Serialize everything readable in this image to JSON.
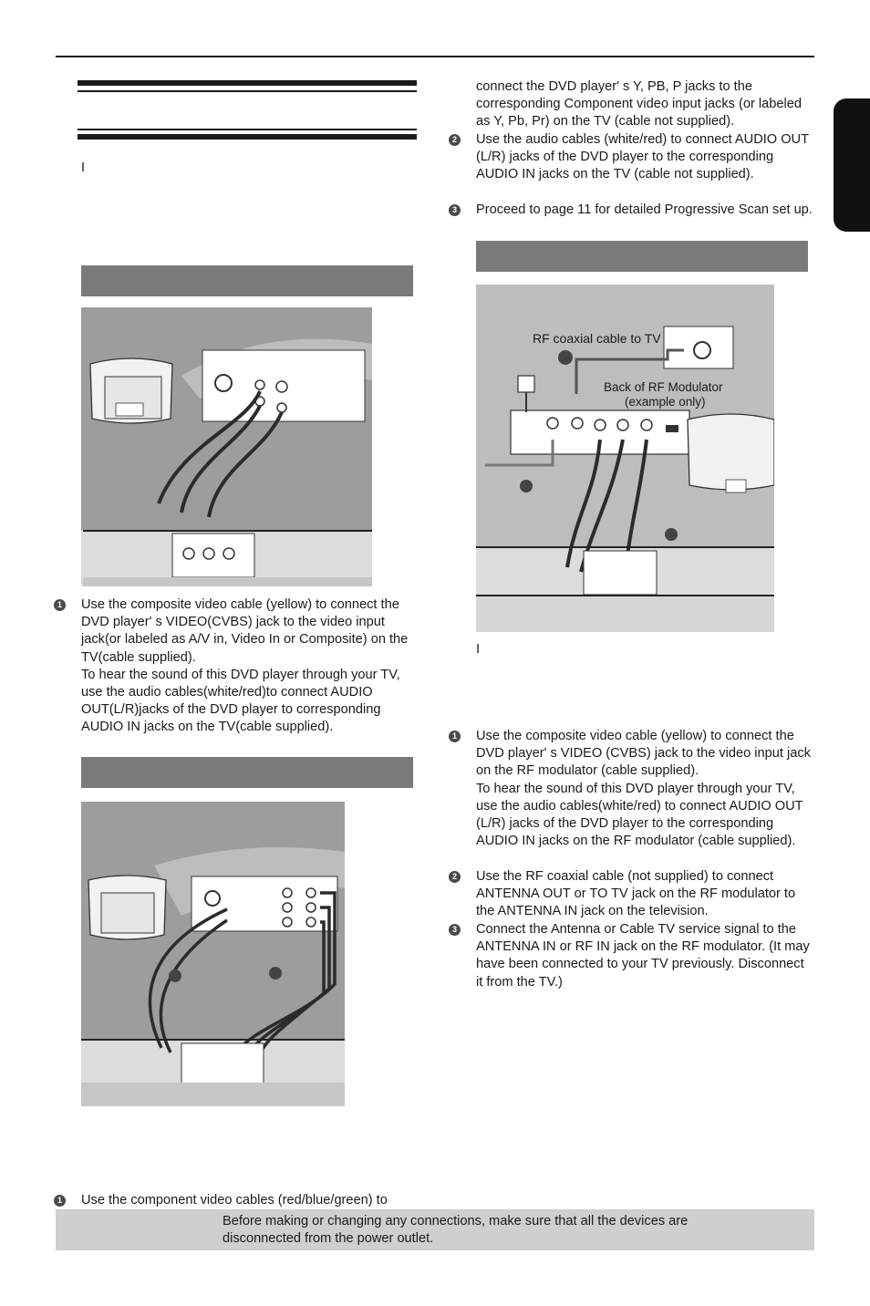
{
  "header": {
    "left_intro_text": "I",
    "rf_intro_text": "I"
  },
  "composite_section": {
    "steps": [
      {
        "num": "1",
        "text": "Use the composite video cable (yellow) to connect the DVD player' s VIDEO(CVBS) jack to the video input jack(or labeled as A/V in, Video In or Composite) on the TV(cable supplied).",
        "extra": "To hear the sound of this DVD player through your TV, use the audio cables(white/red)to connect AUDIO OUT(L/R)jacks of the DVD player to corresponding AUDIO IN jacks on the TV(cable supplied)."
      }
    ]
  },
  "component_section": {
    "step1_start": "Use the component video cables (red/blue/green) to",
    "step1_cont": "connect the DVD player' s Y, PB, P   jacks to the corresponding Component video input jacks (or labeled as Y, Pb, Pr) on the TV (cable not supplied).",
    "steps": [
      {
        "num": "2",
        "text": "Use the audio cables (white/red) to connect AUDIO OUT (L/R) jacks of the DVD player to the corresponding AUDIO IN jacks on the TV (cable not supplied)."
      },
      {
        "num": "3",
        "text": "Proceed to page 11 for detailed Progressive Scan set up."
      }
    ]
  },
  "rf_section": {
    "diagram_labels": {
      "coax_label": "RF coaxial cable to TV",
      "back_label_1": "Back of RF Modulator",
      "back_label_2": "(example only)"
    },
    "steps": [
      {
        "num": "1",
        "text": "Use the composite video cable (yellow) to connect the DVD player' s VIDEO (CVBS) jack to the video input jack on the RF modulator (cable supplied).",
        "extra": "To hear the sound of this DVD player through your TV, use the audio cables(white/red) to connect AUDIO OUT (L/R) jacks of the DVD player to the corresponding AUDIO IN jacks on the RF modulator (cable supplied)."
      },
      {
        "num": "2",
        "text": "Use the RF coaxial cable (not supplied) to connect ANTENNA OUT or TO TV jack on the RF modulator to the ANTENNA IN jack on the television."
      },
      {
        "num": "3",
        "text": "Connect the Antenna or Cable TV service signal to the ANTENNA IN or RF IN jack on the RF modulator. (It may have been connected to your TV previously. Disconnect it from the TV.)"
      }
    ]
  },
  "note": {
    "text": "Before making or changing any connections, make sure that all the devices are disconnected from the power outlet."
  }
}
